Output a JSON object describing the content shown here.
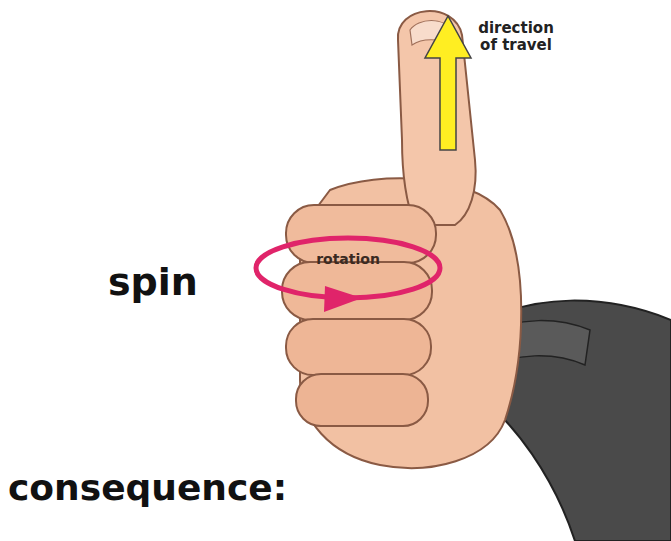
{
  "diagram": {
    "labels": [
      "direction of travel",
      "rotation",
      "spin",
      "consequence:"
    ]
  }
}
